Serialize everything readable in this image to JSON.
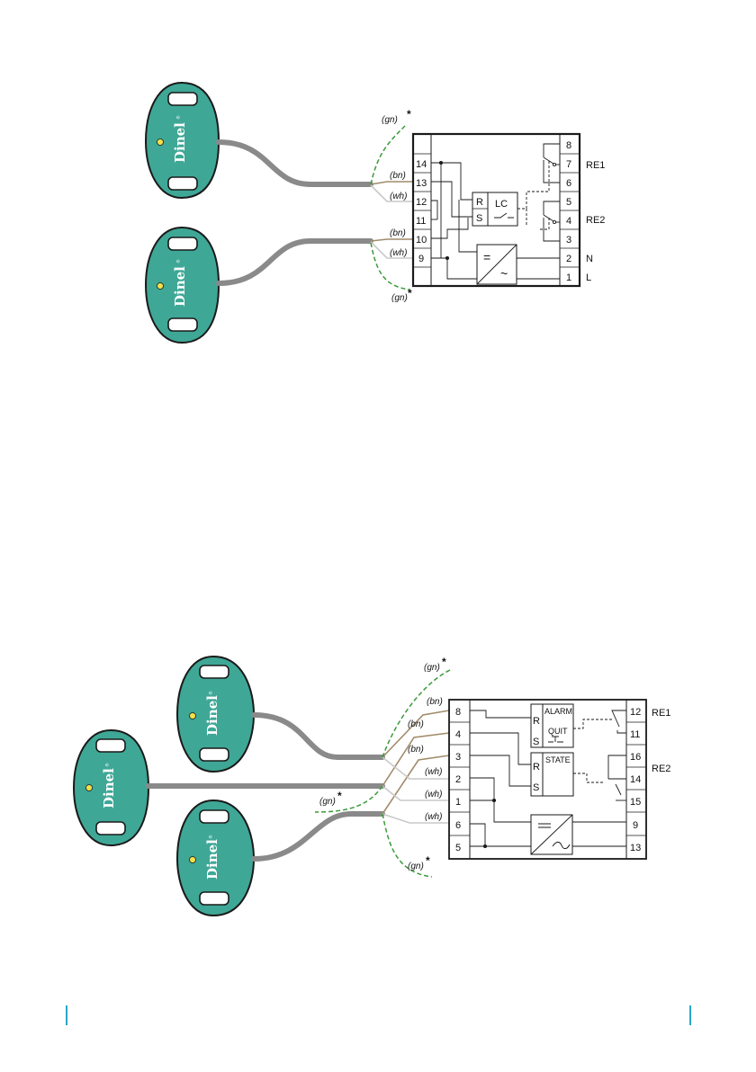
{
  "brand": {
    "name": "Dinel",
    "mark": "®"
  },
  "colors": {
    "sensor_fill": "#3fa796",
    "sensor_outline": "#1a1a1a",
    "led": "#f2e04b",
    "cable": "#8a8a8a",
    "wire_bn": "#a08b6a",
    "wire_wh": "#c9c9c9",
    "wire_gn": "#3a9a3a",
    "accent": "#2aa7c9"
  },
  "wires": {
    "bn": "(bn)",
    "wh": "(wh)",
    "gn": "(gn)",
    "star": "*"
  },
  "diagram1": {
    "terminals_left": [
      "14",
      "13",
      "12",
      "11",
      "10",
      "9"
    ],
    "terminals_right": [
      "8",
      "7",
      "6",
      "5",
      "4",
      "3",
      "2",
      "1"
    ],
    "rs": [
      "R",
      "S"
    ],
    "lc_label": "LC",
    "power_symbols": [
      "=",
      "~"
    ],
    "relay_labels": [
      "RE1",
      "RE2"
    ],
    "supply_labels": [
      "N",
      "L"
    ]
  },
  "diagram2": {
    "terminals_left": [
      "8",
      "4",
      "3",
      "2",
      "1",
      "6",
      "5"
    ],
    "terminals_right": [
      "12",
      "11",
      "16",
      "14",
      "15",
      "9",
      "13"
    ],
    "alarm_label": "ALARM",
    "quit_label": "QUIT",
    "state_label": "STATE",
    "rs": [
      "R",
      "S"
    ],
    "rs2": [
      "R",
      "S"
    ],
    "relay_labels": [
      "RE1",
      "RE2"
    ]
  }
}
